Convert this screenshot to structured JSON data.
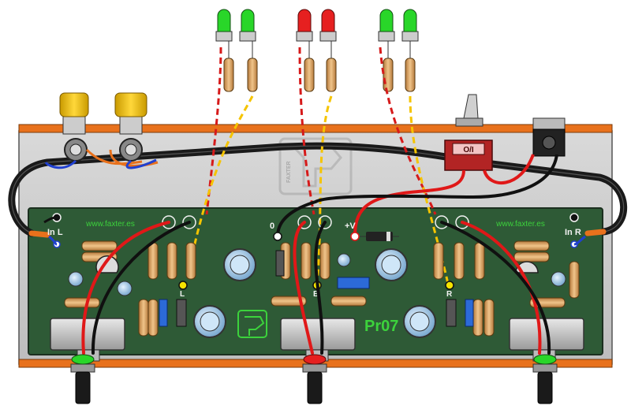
{
  "board": {
    "url_left": "www.faxter.es",
    "url_right": "www.faxter.es",
    "in_left": "In L",
    "in_right": "In R",
    "ground": "0",
    "plus_v": "+V",
    "pot_left": "L",
    "pot_middle": "B",
    "pot_right": "R",
    "code": "Pr07"
  },
  "switch": {
    "label": "O/I"
  },
  "logo": {
    "text": "FAXTER"
  },
  "leds": {
    "left_pair_color": "#29d629",
    "middle_pair_color": "#e62020",
    "right_pair_color": "#29d629"
  },
  "colors": {
    "chassis": "#c8c8c8",
    "rail": "#e8711c",
    "pcb": "#2e5a36",
    "pcb_text": "#f2f2f2",
    "url_text": "#3cd23c",
    "code_text": "#3cd23c",
    "wire_red": "#e01818",
    "wire_black": "#101010",
    "wire_dashed_red": "#d61a1a",
    "wire_dashed_yellow": "#f5c400",
    "rca_gold": "#f2c100"
  }
}
